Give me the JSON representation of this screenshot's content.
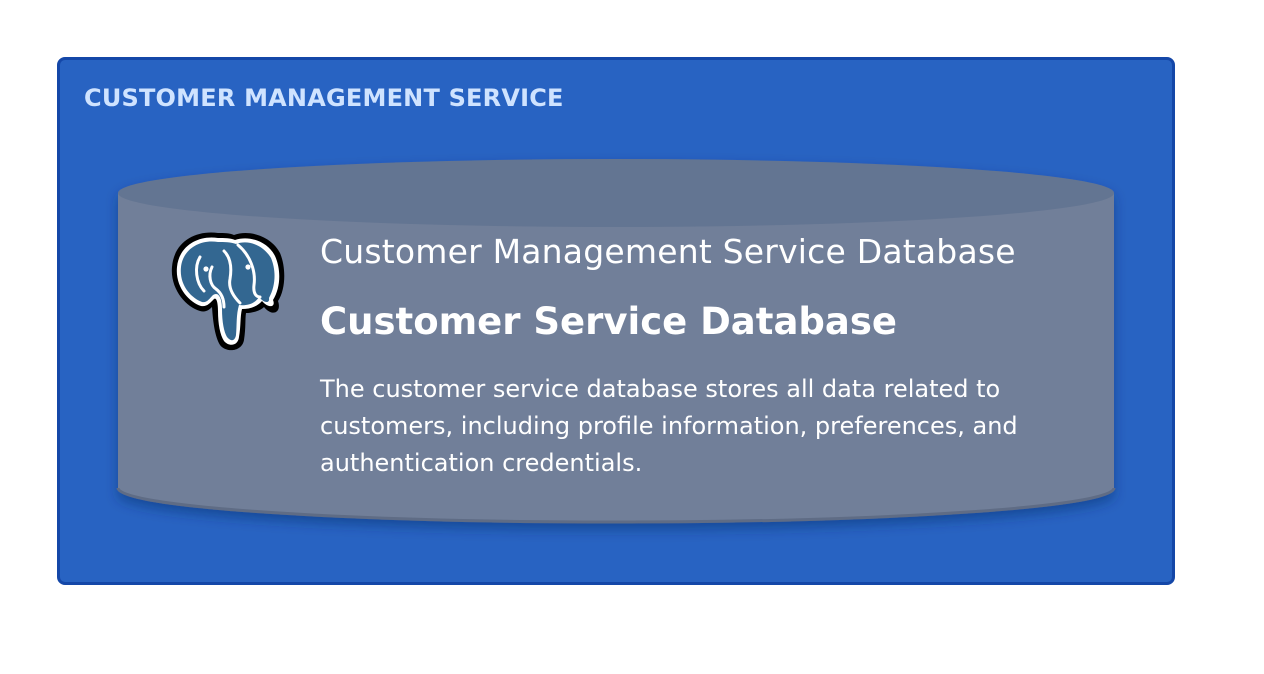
{
  "service": {
    "title": "CUSTOMER MANAGEMENT SERVICE"
  },
  "database": {
    "name": "Customer Management Service Database",
    "subtitle": "Customer Service Database",
    "description": "The customer service database stores all data related to customers, including profile information, preferences, and authentication credentials.",
    "icon": "postgresql-elephant-icon"
  },
  "colors": {
    "service_fill": "#2863c2",
    "service_border": "#1447a8",
    "service_title": "#cfe3ff",
    "db_body": "#717f99",
    "db_top": "#647592",
    "text": "#ffffff"
  }
}
